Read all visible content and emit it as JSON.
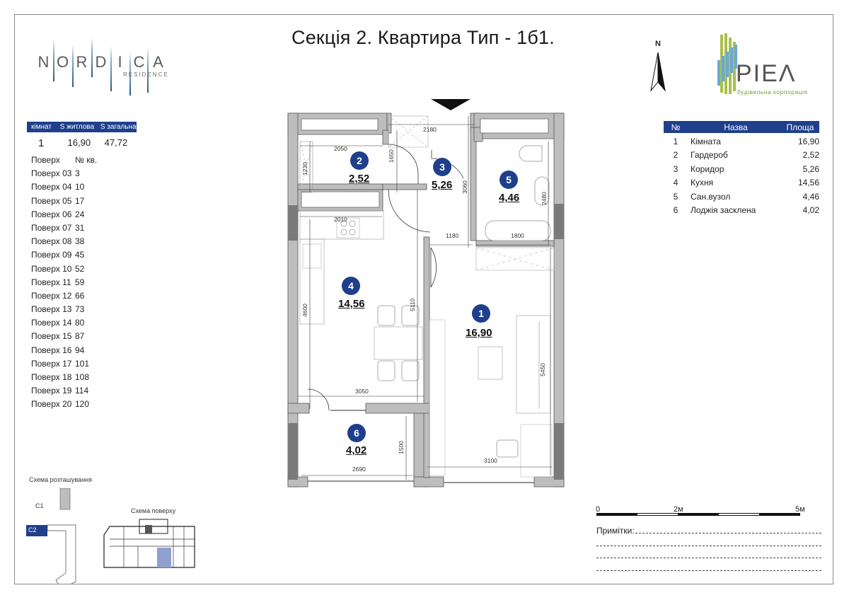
{
  "header": {
    "title": "Секція 2. Квартира Тип - 1б1."
  },
  "brand_left": {
    "letters": [
      "N",
      "O",
      "R",
      "D",
      "I",
      "C",
      "A"
    ],
    "subtitle": "RESIDENCE"
  },
  "brand_right": {
    "word": "PIEΛ",
    "subtitle": "будівельна корпорація"
  },
  "north_arrow": {
    "label": "N"
  },
  "summary": {
    "headers": [
      "кімнат",
      "S житлова",
      "S загальна"
    ],
    "rooms": "1",
    "living_area": "16,90",
    "total_area": "47,72"
  },
  "floors": {
    "headers": [
      "Поверх",
      "№ кв."
    ],
    "rows": [
      {
        "floor": "Поверх 03",
        "apt": "3"
      },
      {
        "floor": "Поверх 04",
        "apt": "10"
      },
      {
        "floor": "Поверх 05",
        "apt": "17"
      },
      {
        "floor": "Поверх 06",
        "apt": "24"
      },
      {
        "floor": "Поверх 07",
        "apt": "31"
      },
      {
        "floor": "Поверх 08",
        "apt": "38"
      },
      {
        "floor": "Поверх 09",
        "apt": "45"
      },
      {
        "floor": "Поверх 10",
        "apt": "52"
      },
      {
        "floor": "Поверх 11",
        "apt": "59"
      },
      {
        "floor": "Поверх 12",
        "apt": "66"
      },
      {
        "floor": "Поверх 13",
        "apt": "73"
      },
      {
        "floor": "Поверх 14",
        "apt": "80"
      },
      {
        "floor": "Поверх 15",
        "apt": "87"
      },
      {
        "floor": "Поверх 16",
        "apt": "94"
      },
      {
        "floor": "Поверх 17",
        "apt": "101"
      },
      {
        "floor": "Поверх 18",
        "apt": "108"
      },
      {
        "floor": "Поверх 19",
        "apt": "114"
      },
      {
        "floor": "Поверх 20",
        "apt": "120"
      }
    ]
  },
  "room_table": {
    "headers": [
      "№",
      "Назва",
      "Площа"
    ],
    "rows": [
      {
        "num": "1",
        "name": "Кімната",
        "area": "16,90"
      },
      {
        "num": "2",
        "name": "Гардероб",
        "area": "2,52"
      },
      {
        "num": "3",
        "name": "Коридор",
        "area": "5,26"
      },
      {
        "num": "4",
        "name": "Кухня",
        "area": "14,56"
      },
      {
        "num": "5",
        "name": "Сан.вузол",
        "area": "4,46"
      },
      {
        "num": "6",
        "name": "Лоджія засклена",
        "area": "4,02"
      }
    ]
  },
  "plan": {
    "rooms": [
      {
        "num": "1",
        "area": "16,90"
      },
      {
        "num": "2",
        "area": "2,52"
      },
      {
        "num": "3",
        "area": "5,26"
      },
      {
        "num": "4",
        "area": "14,56"
      },
      {
        "num": "5",
        "area": "4,46"
      },
      {
        "num": "6",
        "area": "4,02"
      }
    ],
    "dimensions": {
      "d2180": "2180",
      "d2050": "2050",
      "d1230": "1230",
      "d1650": "1650",
      "d3060": "3060",
      "d2480": "2480",
      "d2010": "2010",
      "d1180": "1180",
      "d1800": "1800",
      "d4600": "4600",
      "d5110": "5110",
      "d5450": "5450",
      "d3050": "3050",
      "d1500": "1500",
      "d2690": "2690",
      "d3100": "3100"
    }
  },
  "scale": {
    "labels": [
      "0",
      "2м",
      "5м"
    ]
  },
  "notes": {
    "label": "Примітки:"
  },
  "schemes": {
    "location_label": "Схема розташування",
    "floor_label": "Схема поверху",
    "sections": [
      "C1",
      "C2"
    ]
  },
  "colors": {
    "accent_blue": "#1f3f8c",
    "wall_gray": "#b8b8b8",
    "wall_dark": "#7a7a7a",
    "highlight": "#8fa0d0"
  }
}
